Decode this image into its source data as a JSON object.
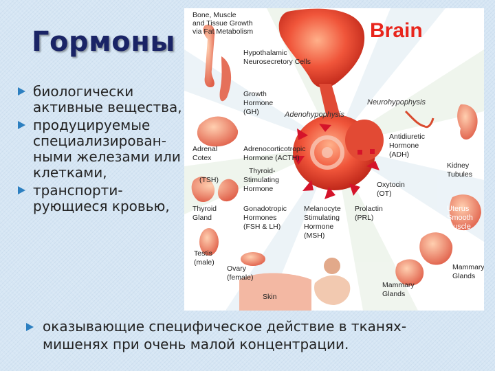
{
  "slide": {
    "title": "Гормоны",
    "bullets": [
      {
        "lines": [
          "биологически",
          "активные вещества,"
        ]
      },
      {
        "lines": [
          "продуцируемые",
          "специализирован-",
          "ными железами или",
          "клетками,"
        ]
      },
      {
        "lines": [
          "транспорти-",
          "рующиеся кровью,"
        ]
      }
    ],
    "bottom_bullet": {
      "lines": [
        "оказывающие  специфическое действие в тканях-",
        "мишенях при очень малой концентрации."
      ]
    }
  },
  "figure": {
    "brain_label": "Brain",
    "labels": {
      "bone": [
        "Bone, Muscle",
        "and Tissue Growth",
        "via Fat Metabolism"
      ],
      "hypothalamic": [
        "Hypothalamic",
        "Neurosecretory Cells"
      ],
      "growth": [
        "Growth",
        "Hormone",
        "(GH)"
      ],
      "adenohypophysis": "Adenohypophysis",
      "neurohypophysis": "Neurohypophysis",
      "adrenal_cortex": [
        "Adrenal",
        "Cotex"
      ],
      "acth": [
        "Adrenocorticotropic",
        "Hormone (ACTH)"
      ],
      "tsh_full": [
        "Thyroid-",
        "Stimulating",
        "Hormone"
      ],
      "tsh": "(TSH)",
      "adh": [
        "Antidiuretic",
        "Hormone",
        "(ADH)"
      ],
      "kidney": [
        "Kidney",
        "Tubules"
      ],
      "oxytocin": [
        "Oxytocin",
        "(OT)"
      ],
      "thyroid": [
        "Thyroid",
        "Gland"
      ],
      "gonadotropic": [
        "Gonadotropic",
        "Hormones",
        "(FSH & LH)"
      ],
      "msh": [
        "Melanocyte",
        "Stimulating",
        "Hormone",
        "(MSH)"
      ],
      "prolactin": [
        "Prolactin",
        "(PRL)"
      ],
      "uterus": [
        "Uterus",
        "Smooth",
        "Muscle"
      ],
      "testis": [
        "Testis",
        "(male)"
      ],
      "ovary": [
        "Ovary",
        "(female)"
      ],
      "skin": "Skin",
      "mammary_glands_1": [
        "Mammary",
        "Glands"
      ],
      "mammary_glands_2": [
        "Mammary",
        "Glands"
      ]
    }
  }
}
